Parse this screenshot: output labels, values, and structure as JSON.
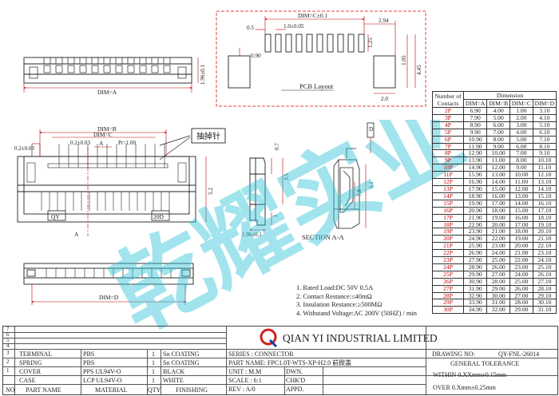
{
  "pcb": {
    "label": "PCB Layout",
    "dim_c": "DIM=C±0.1",
    "pitch": "1.0±0.05",
    "d_05": "0.5",
    "d_090": "0.90",
    "d_294": "2.94",
    "d_125": "1.25",
    "d_105": "1.05",
    "d_445": "4.45",
    "d_20": "2.0"
  },
  "top_view": {
    "dim_a": "DIM=A",
    "d_196": "1.96±0.1"
  },
  "front_view": {
    "dim_b": "DIM=B",
    "dim_c": "DIM=C",
    "d_02_03": "0.2±0.03",
    "d_02_03b": "0.2±0.03",
    "pitch": "Pt=1.00",
    "section_a": "A",
    "section_a2": "A",
    "d_52": "5.2",
    "qy": "QY",
    "p20d": "20D",
    "callout": "抽掉针"
  },
  "side_view": {
    "d_07": "0.7",
    "d_35": "3.5",
    "d_1": "1",
    "d_196": "1.96±0.1"
  },
  "section": {
    "label": "SECTION A-A",
    "d_61": "6.1",
    "d_78": "7.8",
    "pin_label": "D"
  },
  "bottom_view": {
    "dim_d": "DIM=D"
  },
  "dim_table": {
    "header1": "Number of",
    "header2": "Contacts",
    "dimension": "Dimension",
    "cols": [
      "DIM=A",
      "DIM=B",
      "DIM=C",
      "DIM=D"
    ],
    "rows": [
      [
        "2P",
        "6.90",
        "4.00",
        "1.00",
        "3.10"
      ],
      [
        "3P",
        "7.90",
        "5.00",
        "2.00",
        "4.10"
      ],
      [
        "4P",
        "8.90",
        "6.00",
        "3.00",
        "5.10"
      ],
      [
        "5P",
        "9.90",
        "7.00",
        "4.00",
        "6.10"
      ],
      [
        "6P",
        "10.90",
        "8.00",
        "5.00",
        "7.10"
      ],
      [
        "7P",
        "11.90",
        "9.00",
        "6.00",
        "8.10"
      ],
      [
        "8P",
        "12.90",
        "10.00",
        "7.00",
        "9.10"
      ],
      [
        "9P",
        "13.90",
        "11.00",
        "8.00",
        "10.10"
      ],
      [
        "10P",
        "14.90",
        "12.00",
        "9.00",
        "11.10"
      ],
      [
        "11P",
        "15.90",
        "13.00",
        "10.00",
        "12.10"
      ],
      [
        "12P",
        "16.90",
        "14.00",
        "11.00",
        "13.10"
      ],
      [
        "13P",
        "17.90",
        "15.00",
        "12.00",
        "14.10"
      ],
      [
        "14P",
        "18.90",
        "16.00",
        "13.00",
        "15.10"
      ],
      [
        "15P",
        "19.90",
        "17.00",
        "14.00",
        "16.10"
      ],
      [
        "16P",
        "20.90",
        "18.00",
        "15.00",
        "17.10"
      ],
      [
        "17P",
        "21.90",
        "19.00",
        "16.00",
        "18.10"
      ],
      [
        "18P",
        "22.90",
        "20.00",
        "17.00",
        "19.10"
      ],
      [
        "19P",
        "23.90",
        "21.00",
        "18.00",
        "20.10"
      ],
      [
        "20P",
        "24.90",
        "22.00",
        "19.00",
        "21.10"
      ],
      [
        "21P",
        "25.90",
        "23.00",
        "20.00",
        "22.10"
      ],
      [
        "22P",
        "26.90",
        "24.00",
        "21.00",
        "23.10"
      ],
      [
        "23P",
        "27.90",
        "25.00",
        "22.00",
        "24.10"
      ],
      [
        "24P",
        "28.90",
        "26.00",
        "23.00",
        "25.10"
      ],
      [
        "25P",
        "29.90",
        "27.00",
        "24.00",
        "26.10"
      ],
      [
        "26P",
        "30.90",
        "28.00",
        "25.00",
        "27.10"
      ],
      [
        "27P",
        "31.90",
        "29.00",
        "26.00",
        "28.10"
      ],
      [
        "28P",
        "32.90",
        "30.00",
        "27.00",
        "29.10"
      ],
      [
        "29P",
        "33.90",
        "31.00",
        "28.00",
        "30.10"
      ],
      [
        "30P",
        "34.90",
        "32.00",
        "29.00",
        "31.10"
      ]
    ]
  },
  "notes": [
    "1. Rated Load:DC  50V  0.5A",
    "2. Contact  Restance:≤40mΩ",
    "3. Insulation  Restance:≥500MΩ",
    "4. Withstand  Voltage:AC 200V (50HZ) / min"
  ],
  "title_block": {
    "row_numbers": [
      "7",
      "6",
      "5",
      "4",
      "3",
      "2",
      "1"
    ],
    "materials": [
      {
        "name": "TERMINAL",
        "material": "PBS",
        "qty": "1",
        "finishing": "Sn COATING"
      },
      {
        "name": "SPRING",
        "material": "PBS",
        "qty": "1",
        "finishing": "Sn COATING"
      },
      {
        "name": "COVER",
        "material": "PPS  UL94V-O",
        "qty": "1",
        "finishing": "BLACK"
      },
      {
        "name": "CASE",
        "material": "LCP  UL94V-O",
        "qty": "1",
        "finishing": "WHITE"
      }
    ],
    "header": {
      "no": "NO",
      "part_name": "PART NAME",
      "material": "MATERIAL",
      "qty": "QTY",
      "finishing": "FINISHING"
    },
    "company": "QIAN  YI  INDUSTRIAL  LIMITED",
    "logo_letter": "Q",
    "series": "SERIES : CONNECTOR",
    "part_name": "PART NAME: FPC1.0T-WTS-XP-H2.0 前掀盖",
    "unit": "UNIT : M.M",
    "scale": "SCALE : 6:1",
    "rev": "REV  :  A/0",
    "dwn": "DWN.",
    "chkd": "CHK'D",
    "appd": "APPD.",
    "drawing_no_label": "DRAWING NO:",
    "drawing_no": "QY-FNL-26014",
    "tolerance": "GENERAL TOLERANCE",
    "within": "WITHIN 0.XXmm±0.15mm",
    "over": "OVER  0.Xmm±0.25mm"
  },
  "watermark": "乾耀实业",
  "colors": {
    "line": "#222222",
    "red_dim": "#cc0000",
    "red_box": "#e04040",
    "watermark": "#2ec4d6"
  }
}
